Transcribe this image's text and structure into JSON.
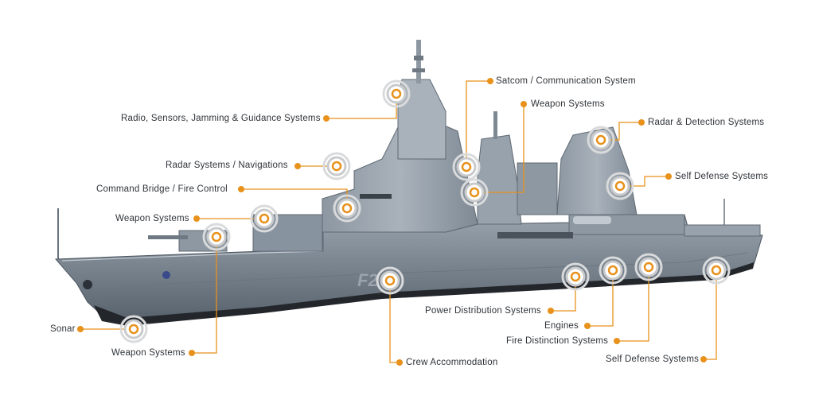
{
  "colors": {
    "accent": "#e8911b",
    "hull_dark": "#5d6873",
    "hull_mid": "#7d8893",
    "hull_light": "#a7b0b9",
    "waterline": "#1f2328"
  },
  "hull_number": "F2",
  "callouts": [
    {
      "id": "radio-sensors",
      "label": "Radio, Sensors, Jamming & Guidance Systems"
    },
    {
      "id": "satcom",
      "label": "Satcom / Communication System"
    },
    {
      "id": "weapon-systems-mast",
      "label": "Weapon Systems"
    },
    {
      "id": "radar-detection",
      "label": "Radar & Detection Systems"
    },
    {
      "id": "radar-navigation",
      "label": "Radar Systems / Navigations"
    },
    {
      "id": "self-defense-aft",
      "label": "Self Defense Systems"
    },
    {
      "id": "command-bridge",
      "label": "Command Bridge / Fire Control"
    },
    {
      "id": "weapon-systems-fwd",
      "label": "Weapon Systems"
    },
    {
      "id": "sonar",
      "label": "Sonar"
    },
    {
      "id": "weapon-systems-gun",
      "label": "Weapon Systems"
    },
    {
      "id": "crew",
      "label": "Crew Accommodation"
    },
    {
      "id": "power-distribution",
      "label": "Power Distribution Systems"
    },
    {
      "id": "engines",
      "label": "Engines"
    },
    {
      "id": "fire-distinction",
      "label": "Fire Distinction Systems"
    },
    {
      "id": "self-defense-stern",
      "label": "Self Defense Systems"
    }
  ]
}
